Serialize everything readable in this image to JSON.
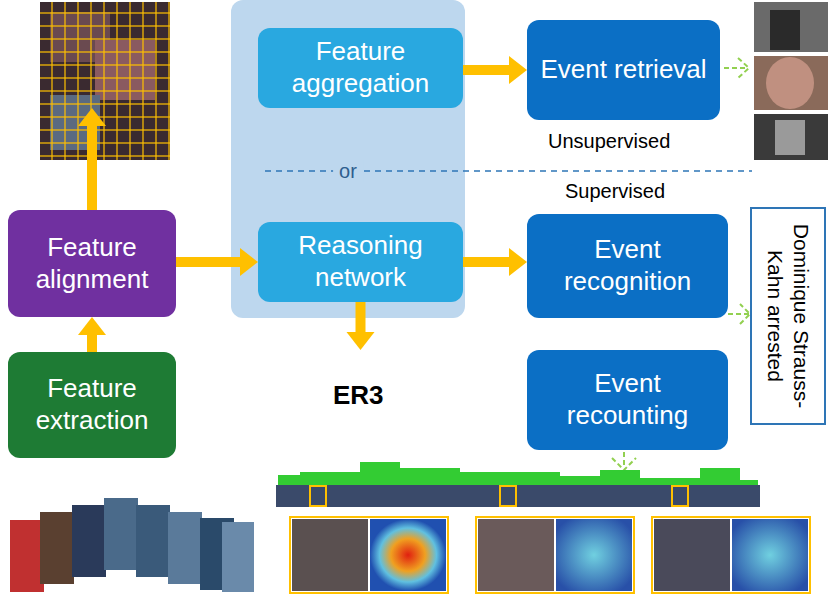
{
  "diagram": {
    "nodes": [
      {
        "text": [
          "Feature alignment"
        ]
      },
      {
        "text": [
          "Feature extraction"
        ]
      },
      {
        "text": [
          "or"
        ]
      },
      {
        "text": [
          "Feature aggregation"
        ],
        "in": 2
      },
      {
        "text": [
          "Reasoning network"
        ],
        "in": 2
      },
      {
        "text": [
          "Event retrieval"
        ]
      },
      {
        "text": [
          "Event recognition"
        ]
      },
      {
        "text": [
          "Event recounting"
        ]
      },
      {
        "text": [
          "Dominique Strauss-Kahn arrested"
        ]
      }
    ],
    "edges": [
      {
        "from": 1,
        "to": 0,
        "arrow": "to"
      },
      {
        "from": 0,
        "to": 3,
        "arrow": "to"
      },
      {
        "from": 0,
        "to": 4,
        "arrow": "to"
      },
      {
        "from": 3,
        "to": 5,
        "arrow": "to"
      },
      {
        "from": 4,
        "to": 6,
        "arrow": "to"
      },
      {
        "from": 4,
        "to": 7,
        "arrow": "to"
      },
      {
        "from": 6,
        "to": 8,
        "arrow": "to"
      }
    ],
    "labels": [
      "Unsupervised",
      "Supervised",
      "ER3"
    ]
  }
}
